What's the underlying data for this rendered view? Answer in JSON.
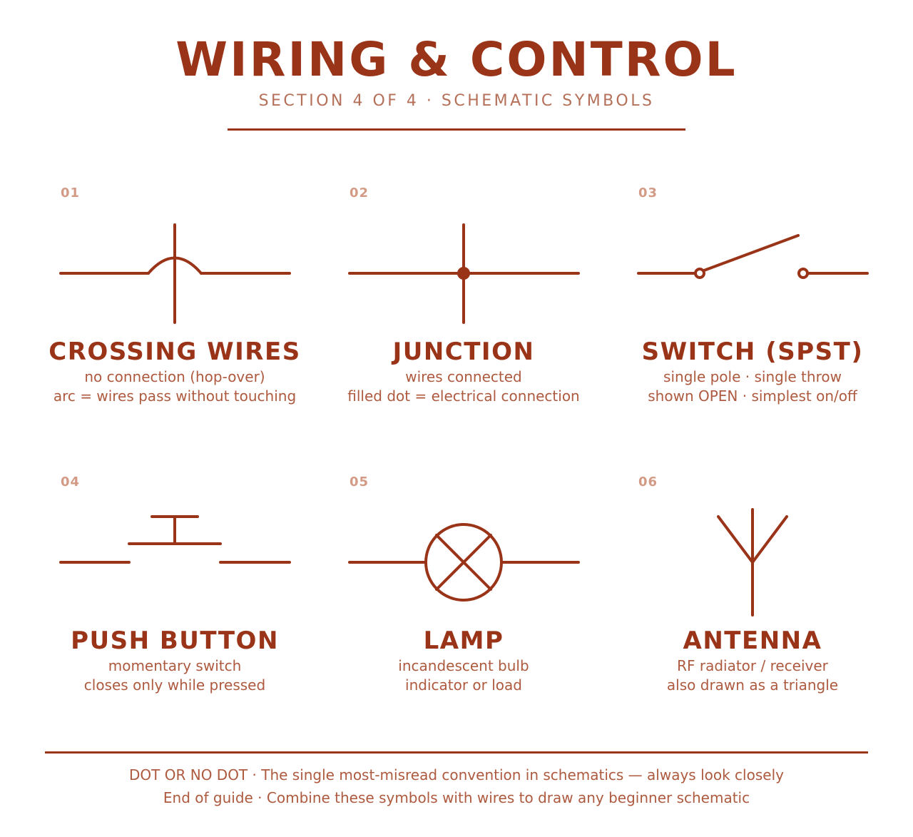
{
  "header": {
    "title": "WIRING & CONTROL",
    "subtitle": "SECTION 4 OF 4 · SCHEMATIC SYMBOLS"
  },
  "symbols": [
    {
      "num": "01",
      "label": "CROSSING WIRES",
      "line1": "no connection (hop-over)",
      "line2": "arc = wires pass without touching",
      "icon": "crossing-wires-icon"
    },
    {
      "num": "02",
      "label": "JUNCTION",
      "line1": "wires connected",
      "line2": "filled dot = electrical connection",
      "icon": "junction-icon"
    },
    {
      "num": "03",
      "label": "SWITCH (SPST)",
      "line1": "single pole · single throw",
      "line2": "shown OPEN · simplest on/off",
      "icon": "spst-switch-icon"
    },
    {
      "num": "04",
      "label": "PUSH BUTTON",
      "line1": "momentary switch",
      "line2": "closes only while pressed",
      "icon": "push-button-icon"
    },
    {
      "num": "05",
      "label": "LAMP",
      "line1": "incandescent bulb",
      "line2": "indicator or load",
      "icon": "lamp-icon"
    },
    {
      "num": "06",
      "label": "ANTENNA",
      "line1": "RF radiator / receiver",
      "line2": "also drawn as a triangle",
      "icon": "antenna-icon"
    }
  ],
  "footer": {
    "line1": "DOT OR NO DOT · The single most-misread convention in schematics — always look closely",
    "line2": "End of guide · Combine these symbols with wires to draw any beginner schematic"
  },
  "colors": {
    "primary": "#9a3418",
    "muted": "#ad5a3f",
    "number": "#d39a86"
  }
}
